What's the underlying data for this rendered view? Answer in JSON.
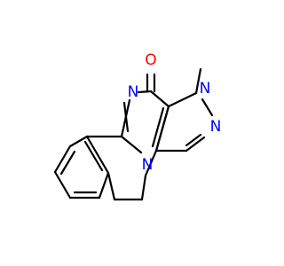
{
  "molecule": {
    "colors": {
      "bond": "#000000",
      "nitrogen": "#0000ff",
      "oxygen": "#ff0000",
      "background": "#ffffff"
    },
    "atoms": {
      "oxygen": "O",
      "n_methyl": "N",
      "n_pyrazole": "N",
      "n_pyrimidine": "N",
      "n_ring_fusion": "N"
    }
  }
}
